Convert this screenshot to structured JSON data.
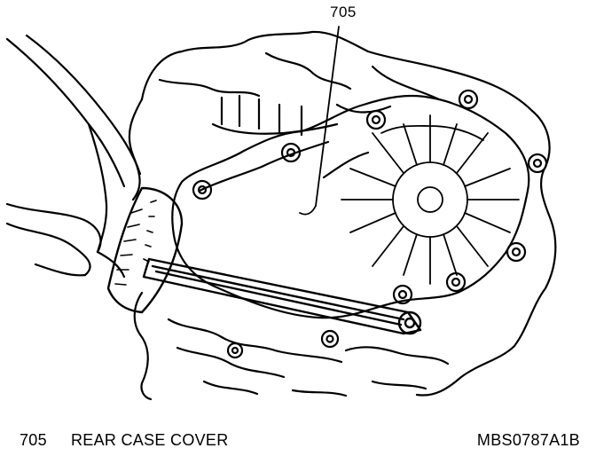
{
  "callout": {
    "number": "705"
  },
  "caption": {
    "number": "705",
    "label": "REAR CASE COVER"
  },
  "figure_id": "MBS0787A1B",
  "icons": [
    "hand-illustration",
    "torque-wrench-illustration",
    "transmission-case-illustration"
  ]
}
